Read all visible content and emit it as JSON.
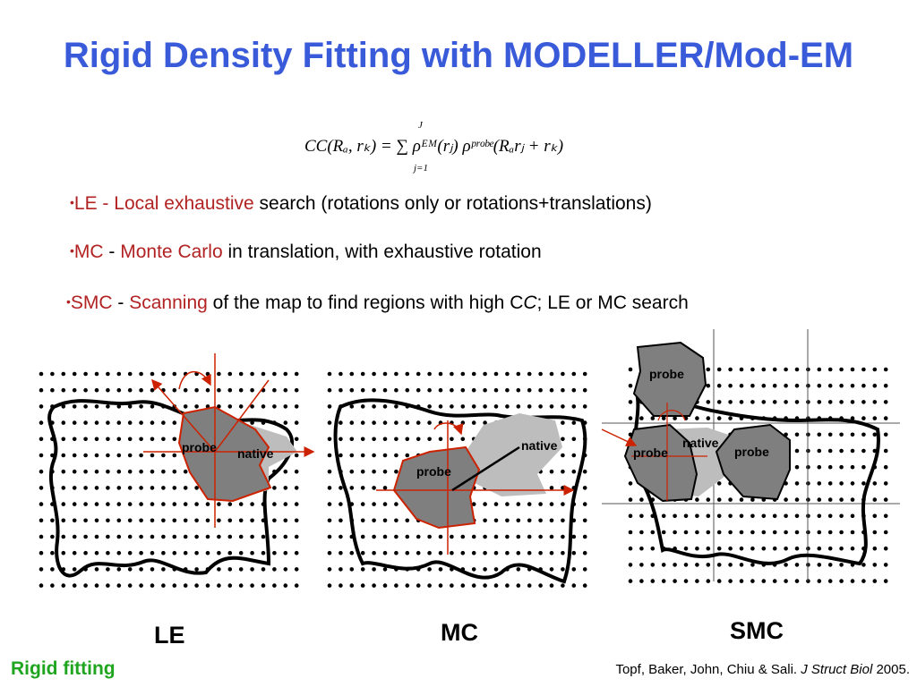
{
  "title": "Rigid Density Fitting with MODELLER/Mod-EM",
  "formula": {
    "main": "CC(Rₐ, rₖ) = ∑ ρᴱᴹ(rⱼ) ρᵖʳᵒᵇᵉ(Rₐrⱼ + rₖ)",
    "sum_upper": "J",
    "sum_lower": "j=1"
  },
  "bullets": [
    {
      "bullet": "•",
      "abbr": "LE",
      "sep": " - ",
      "term": "Local exhaustive",
      "rest": " search (rotations only or rotations+translations)"
    },
    {
      "bullet": "•",
      "abbr": "MC",
      "sep": " - ",
      "term": "Monte Carlo",
      "rest": " in translation, with exhaustive rotation"
    },
    {
      "bullet": "•",
      "abbr": "SMC",
      "sep": " - ",
      "term": "Scanning",
      "rest_a": " of the map to find regions with high C",
      "rest_italic": "C",
      "rest_b": ";  LE or MC search"
    }
  ],
  "panels": {
    "le": {
      "label": "LE",
      "probe": "probe",
      "native": "native"
    },
    "mc": {
      "label": "MC",
      "probe": "probe",
      "native": "native"
    },
    "smc": {
      "label": "SMC",
      "probe_top": "probe",
      "probe_left": "probe",
      "probe_right": "probe",
      "native": "native"
    }
  },
  "footer": {
    "left": "Rigid fitting",
    "citation_authors": "Topf, Baker, John, Chiu & Sali. ",
    "citation_journal": "J Struct Biol",
    "citation_year": " 2005."
  },
  "colors": {
    "title": "#3a5bd9",
    "highlight": "#b22222",
    "footer_left": "#1fa51f",
    "probe_fill": "#7f7f7f",
    "native_fill": "#bdbdbd"
  }
}
